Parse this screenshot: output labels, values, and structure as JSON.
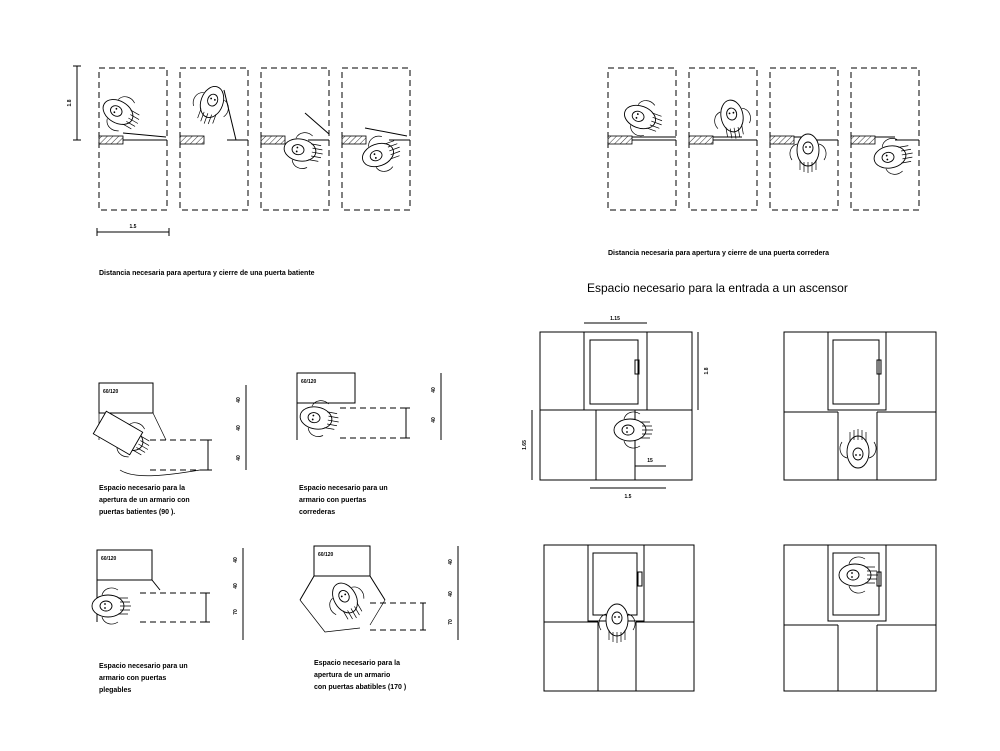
{
  "captions": {
    "swing_door": "Distancia necesaria para apertura y cierre de una puerta batiente",
    "sliding_door": "Distancia necesaria para apertura y cierre de una puerta corredera",
    "elevator_title": "Espacio necesario para la entrada a un ascensor",
    "wardrobe_swing": [
      "Espacio necesario para la",
      "apertura de un armario con",
      "puertas batientes (90 )."
    ],
    "wardrobe_sliding": [
      "Espacio necesario para un",
      "armario con puertas",
      "correderas"
    ],
    "wardrobe_folding": [
      "Espacio necesario para un",
      "armario con puertas",
      "plegables"
    ],
    "wardrobe_slidefold": [
      "Espacio necesario para la",
      "apertura de un armario",
      "con puertas abatibles (170 )"
    ]
  },
  "dimensions": {
    "door_height": "1.8",
    "door_width": "1.5",
    "elev_top": "1.15",
    "elev_right": "1.8",
    "elev_left": "1.65",
    "elev_bottom": "1.5",
    "elev_small": "15",
    "wardrobe_tags": [
      "60/120",
      "60/120",
      "60/120",
      "60/120"
    ],
    "wardrobe_ticks_a": [
      "40",
      "40",
      "40"
    ],
    "wardrobe_ticks_b": [
      "40",
      "40"
    ],
    "wardrobe_ticks_c": [
      "40",
      "40",
      "70"
    ],
    "wardrobe_ticks_d": [
      "40",
      "40",
      "70"
    ]
  }
}
